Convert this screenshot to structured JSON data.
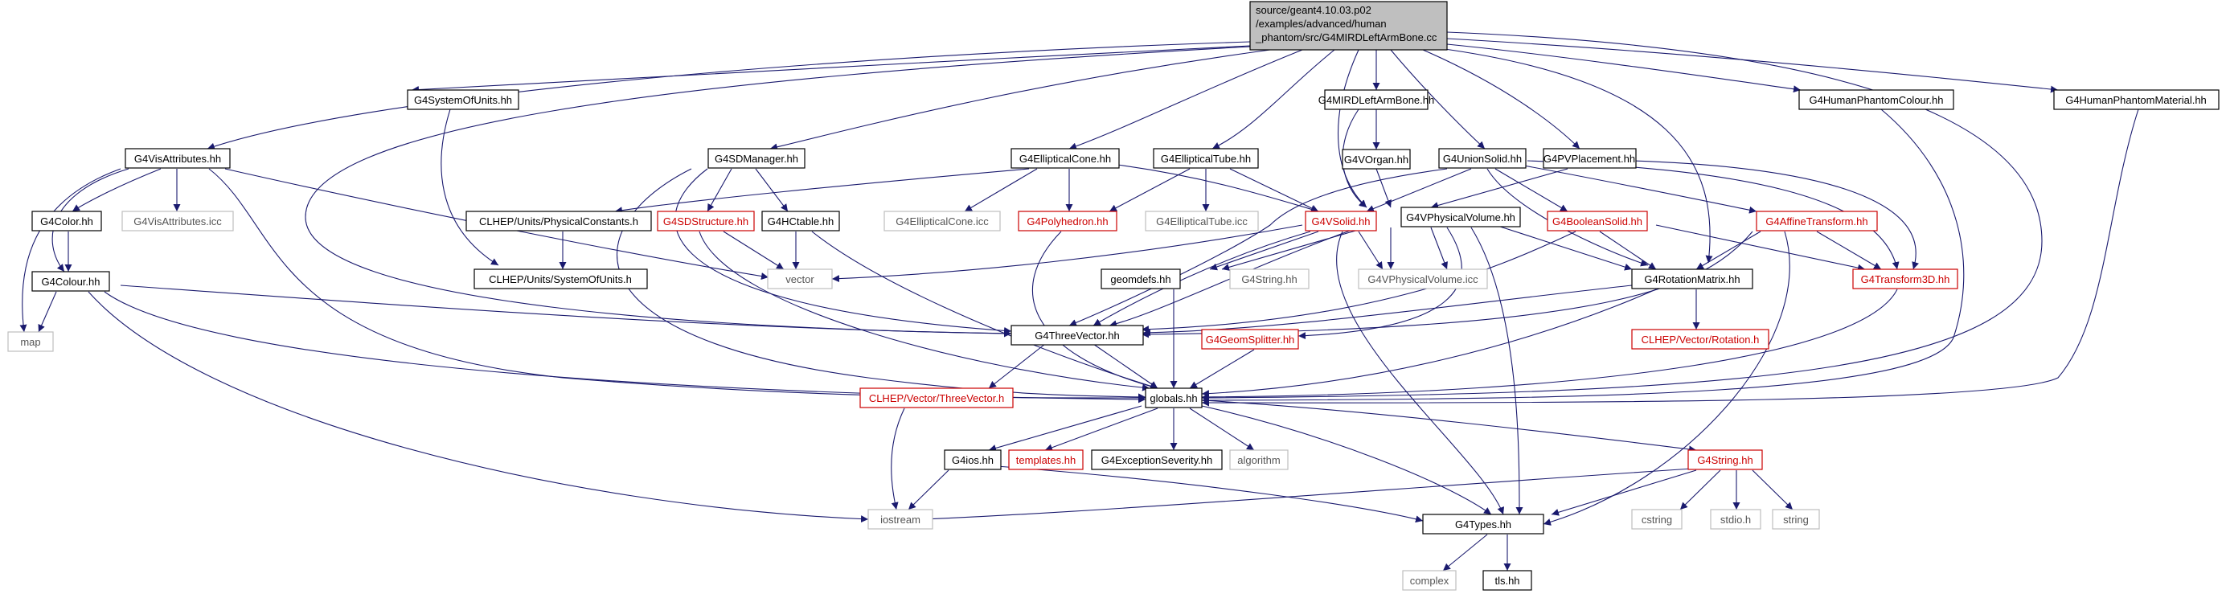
{
  "colors": {
    "edge": "#1a1a6e",
    "black_border": "#000000",
    "gray_border": "#bfbfbf",
    "red_border": "#cc0000",
    "root_fill": "#bfbfbf"
  },
  "nodes": {
    "root": [
      "source/geant4.10.03.p02",
      "/examples/advanced/human",
      "_phantom/src/G4MIRDLeftArmBone.cc"
    ],
    "G4SystemOfUnits": "G4SystemOfUnits.hh",
    "G4MIRDLeftArmBone": "G4MIRDLeftArmBone.hh",
    "G4HumanPhantomColour": "G4HumanPhantomColour.hh",
    "G4HumanPhantomMaterial": "G4HumanPhantomMaterial.hh",
    "G4VisAttributes": "G4VisAttributes.hh",
    "G4SDManager": "G4SDManager.hh",
    "G4EllipticalCone": "G4EllipticalCone.hh",
    "G4EllipticalTube": "G4EllipticalTube.hh",
    "G4VOrgan": "G4VOrgan.hh",
    "G4UnionSolid": "G4UnionSolid.hh",
    "G4PVPlacement": "G4PVPlacement.hh",
    "G4Color": "G4Color.hh",
    "G4VisAttributesIcc": "G4VisAttributes.icc",
    "CLHEPPhysicalConstants": "CLHEP/Units/PhysicalConstants.h",
    "G4SDStructure": "G4SDStructure.hh",
    "G4HCtable": "G4HCtable.hh",
    "G4EllipticalConeIcc": "G4EllipticalCone.icc",
    "G4Polyhedron": "G4Polyhedron.hh",
    "G4EllipticalTubeIcc": "G4EllipticalTube.icc",
    "G4VSolid": "G4VSolid.hh",
    "G4VPhysicalVolume": "G4VPhysicalVolume.hh",
    "G4BooleanSolid": "G4BooleanSolid.hh",
    "G4AffineTransform": "G4AffineTransform.hh",
    "G4Colour": "G4Colour.hh",
    "CLHEPSystemOfUnits": "CLHEP/Units/SystemOfUnits.h",
    "vector": "vector",
    "geomdefs": "geomdefs.hh",
    "G4String": "G4String.hh",
    "G4VPhysicalVolumeIcc": "G4VPhysicalVolume.icc",
    "G4RotationMatrix": "G4RotationMatrix.hh",
    "G4Transform3D": "G4Transform3D.hh",
    "map": "map",
    "G4ThreeVector": "G4ThreeVector.hh",
    "G4GeomSplitter": "G4GeomSplitter.hh",
    "CLHEPRotation": "CLHEP/Vector/Rotation.h",
    "CLHEPThreeVector": "CLHEP/Vector/ThreeVector.h",
    "globals": "globals.hh",
    "G4ios": "G4ios.hh",
    "templates": "templates.hh",
    "G4ExceptionSeverity": "G4ExceptionSeverity.hh",
    "algorithm": "algorithm",
    "G4StringRed": "G4String.hh",
    "iostream": "iostream",
    "G4Types": "G4Types.hh",
    "cstring": "cstring",
    "stdio": "stdio.h",
    "string": "string",
    "complex": "complex",
    "tls": "tls.hh"
  }
}
